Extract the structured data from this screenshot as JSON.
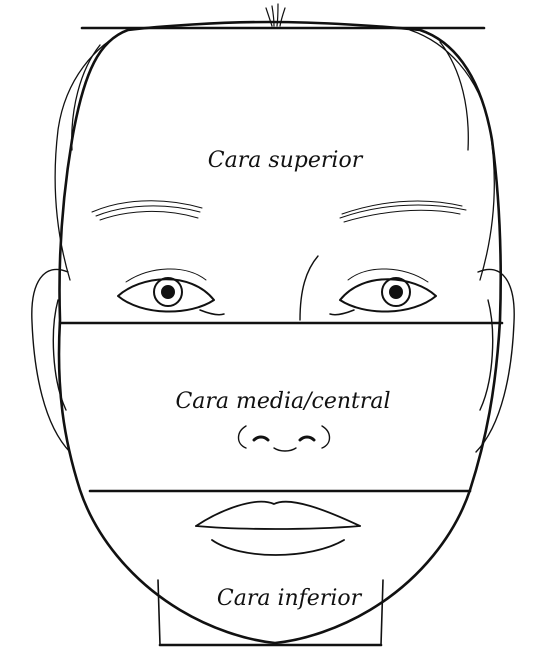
{
  "zones": {
    "upper": "Cara superior",
    "middle": "Cara media/central",
    "lower": "Cara inferior"
  },
  "colors": {
    "line": "#111111",
    "background": "#ffffff"
  }
}
